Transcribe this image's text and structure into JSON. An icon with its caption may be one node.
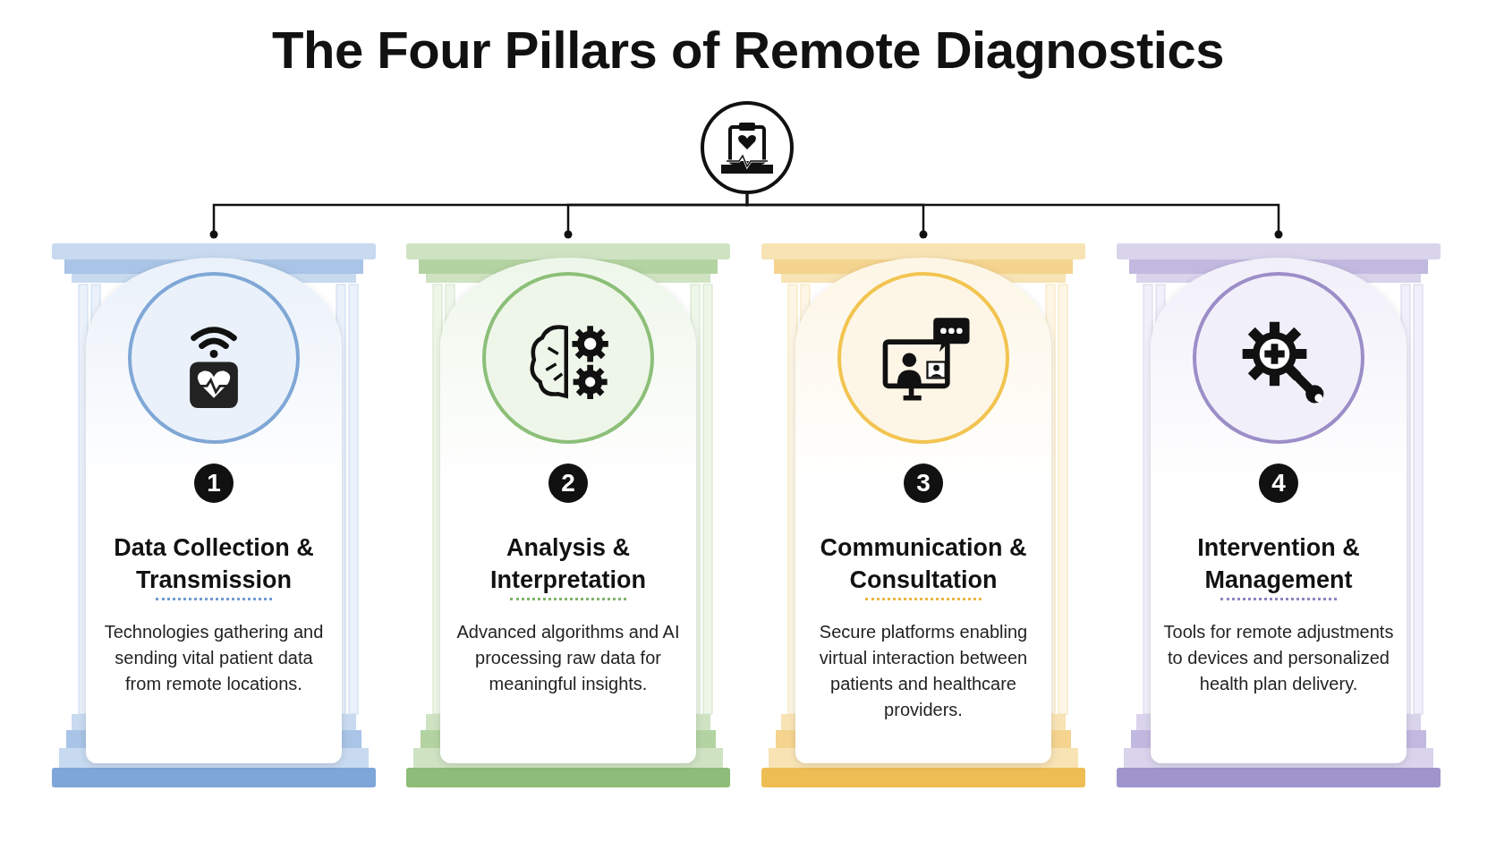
{
  "diagram": {
    "title": "The Four Pillars of Remote Diagnostics",
    "nodes": [
      {
        "text": [],
        "shape": "circle"
      },
      {
        "text": [
          "1",
          "Data Collection & Transmission",
          "Technologies gathering and sending vital patient data from remote locations."
        ]
      },
      {
        "text": [
          "2",
          "Analysis & Interpretation",
          "Advanced algorithms and AI processing raw data for meaningful insights."
        ]
      },
      {
        "text": [
          "3",
          "Communication & Consultation",
          "Secure platforms enabling virtual interaction between patients and healthcare providers."
        ]
      },
      {
        "text": [
          "4",
          "Intervention & Management",
          "Tools for remote adjustments to devices and personalized health plan delivery."
        ]
      }
    ],
    "edges": [
      {
        "from": 0,
        "to": 1,
        "arrow": "other"
      },
      {
        "from": 0,
        "to": 2,
        "arrow": "other"
      },
      {
        "from": 0,
        "to": 3,
        "arrow": "other"
      },
      {
        "from": 0,
        "to": 4,
        "arrow": "other"
      }
    ]
  }
}
